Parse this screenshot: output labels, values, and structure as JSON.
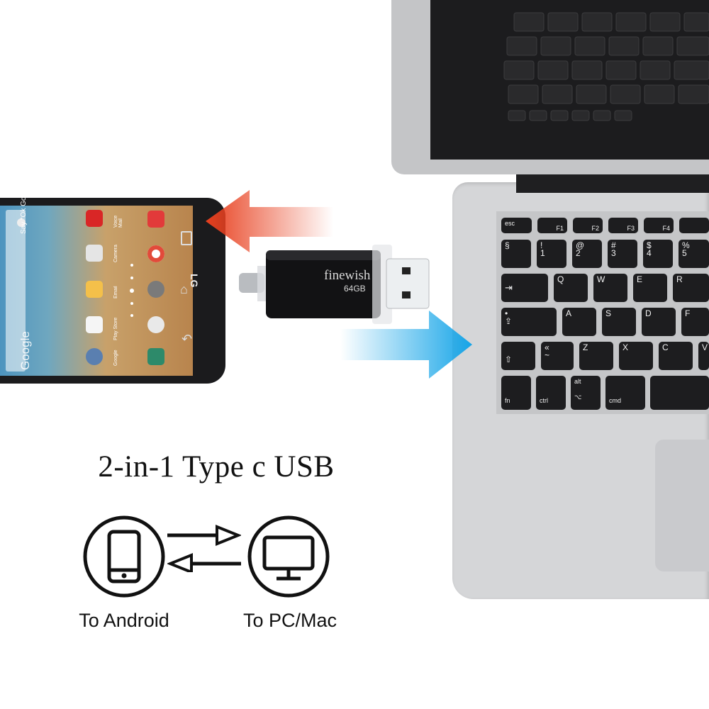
{
  "headline": "2-in-1 Type c USB",
  "labels": {
    "android": "To Android",
    "pc_mac": "To PC/Mac"
  },
  "drive": {
    "brand": "finewish",
    "capacity": "64GB"
  },
  "phone": {
    "brand": "LG",
    "search_hint": "Say \"Ok Google\"",
    "search_logo": "Google",
    "app_labels": [
      "Voice Mail",
      "Camera",
      "Email",
      "Play Store",
      "Google"
    ]
  },
  "keyboard": {
    "row1": [
      "esc",
      "F1",
      "F2",
      "F3",
      "F4"
    ],
    "row2": [
      "§",
      "!",
      "@",
      "#",
      "$",
      "%"
    ],
    "row3": [
      "Q",
      "W",
      "E",
      "R"
    ],
    "row4": [
      "A",
      "S",
      "D",
      "F"
    ],
    "row5": [
      "Z",
      "X",
      "C",
      "V"
    ],
    "row6": [
      "fn",
      "ctrl",
      "alt",
      "cmd"
    ]
  },
  "colors": {
    "red_arrow": "#e8401f",
    "blue_arrow": "#16a5e8",
    "background": "#ffffff"
  }
}
